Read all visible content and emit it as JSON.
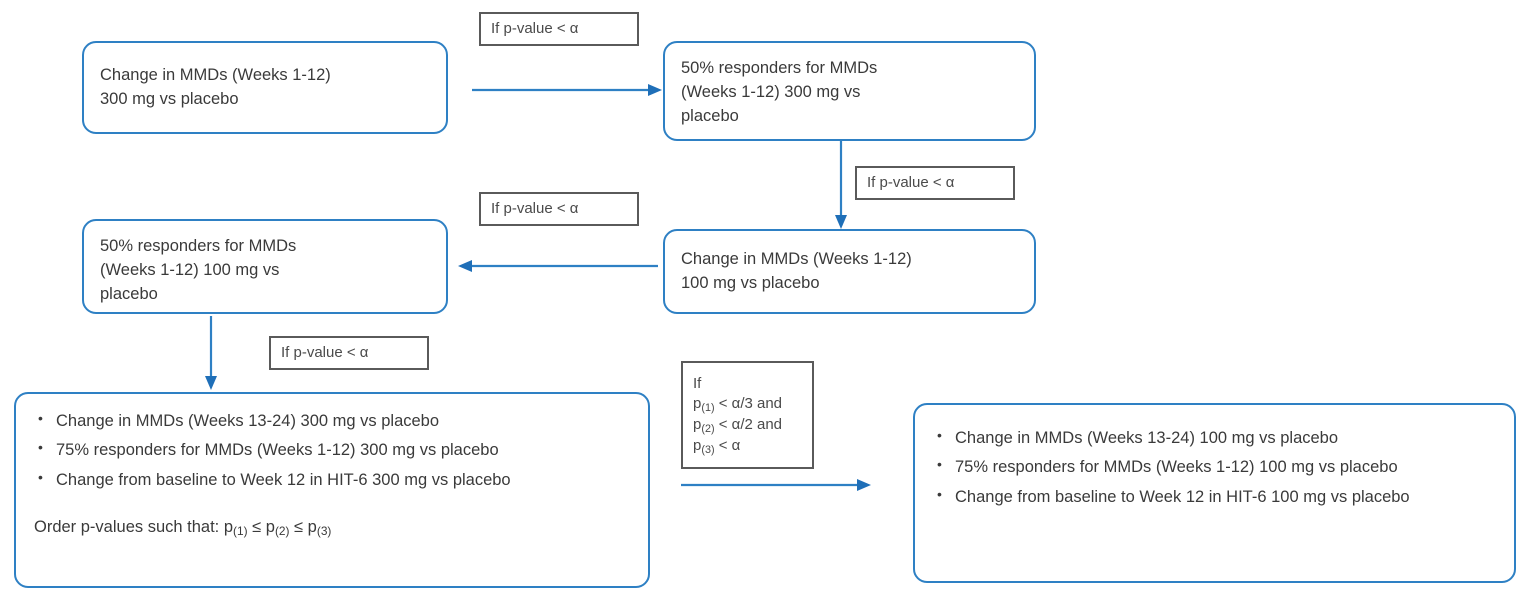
{
  "diagram": {
    "title": "Multiplicity testing hierarchy flowchart",
    "accent_color": "#2E80C4",
    "condition_border_color": "#5A5A5A",
    "text_color": "#3A3A3A",
    "background": "#FFFFFF"
  },
  "nodes": {
    "change_mmd_300": {
      "line1": "Change in MMDs (Weeks 1-12)",
      "line2": "300 mg vs placebo"
    },
    "resp50_300": {
      "line1": "50% responders for MMDs",
      "line2": "(Weeks 1-12) 300 mg vs",
      "line3": "placebo"
    },
    "change_mmd_100": {
      "line1": "Change in MMDs (Weeks 1-12)",
      "line2": "100 mg vs placebo"
    },
    "resp50_100": {
      "line1": "50% responders for MMDs",
      "line2": "(Weeks 1-12) 100 mg vs",
      "line3": "placebo"
    },
    "outcomes_300": {
      "bullets": [
        "Change in MMDs (Weeks 13-24) 300 mg vs placebo",
        "75% responders for MMDs (Weeks 1-12) 300 mg vs placebo",
        "Change from baseline to Week 12 in HIT-6 300 mg vs placebo"
      ],
      "order_prefix": "Order p-values such that: p",
      "order_sub1": "(1)",
      "order_mid1": " ≤ p",
      "order_sub2": "(2)",
      "order_mid2": " ≤ p",
      "order_sub3": "(3)"
    },
    "outcomes_100": {
      "bullets": [
        "Change in MMDs (Weeks 13-24) 100 mg vs placebo",
        "75% responders for MMDs (Weeks 1-12) 100 mg vs placebo",
        "Change from baseline to Week 12 in HIT-6 100 mg vs placebo"
      ]
    }
  },
  "conditions": {
    "cond_top": {
      "label": "If p-value < α"
    },
    "cond_right": {
      "label": "If p-value < α"
    },
    "cond_mid": {
      "label": "If p-value < α"
    },
    "cond_left_down": {
      "label": "If p-value < α"
    },
    "cond_final": {
      "line1": "If",
      "l2_p": "p",
      "l2_sub": "(1)",
      "l2_rest": " < α/3 and",
      "l3_p": "p",
      "l3_sub": "(2)",
      "l3_rest": " < α/2 and",
      "l4_p": "p",
      "l4_sub": "(3)",
      "l4_rest": " < α"
    }
  },
  "arrows": {
    "a1": {
      "name": "arrow-change300-to-resp300",
      "direction": "right"
    },
    "a2": {
      "name": "arrow-resp300-to-change100",
      "direction": "down"
    },
    "a3": {
      "name": "arrow-change100-to-resp100",
      "direction": "left"
    },
    "a4": {
      "name": "arrow-resp100-to-outcomes300",
      "direction": "down"
    },
    "a5": {
      "name": "arrow-to-outcomes100",
      "direction": "right"
    }
  }
}
